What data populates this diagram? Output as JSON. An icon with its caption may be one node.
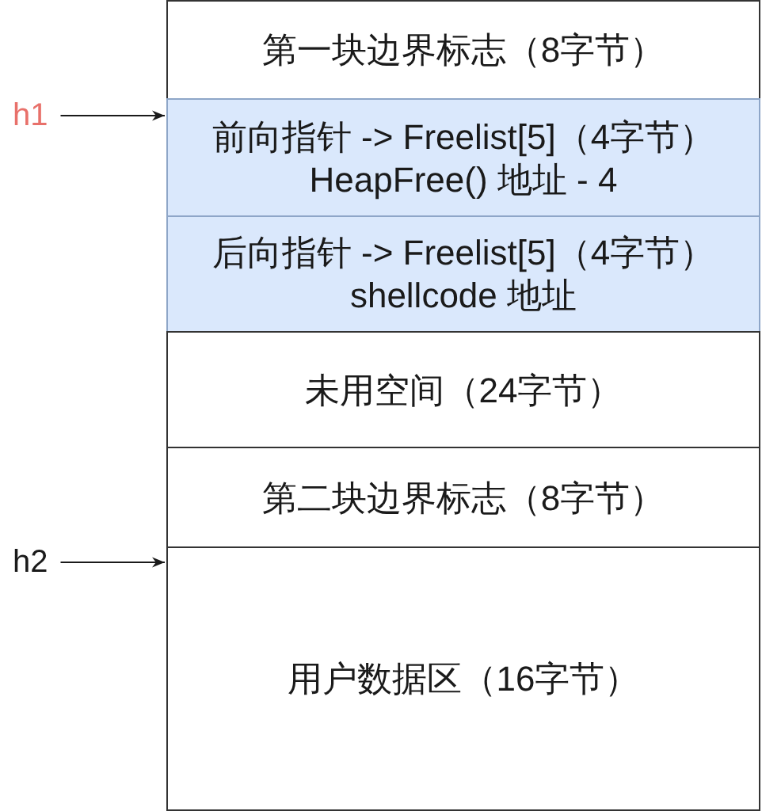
{
  "diagram": {
    "nodes": [
      {
        "text": [
          "第一块边界标志（8字节）"
        ]
      },
      {
        "text": [
          "h1"
        ]
      },
      {
        "text": [
          "前向指针 -> Freelist[5]（4字节）",
          "HeapFree() 地址 - 4"
        ]
      },
      {
        "text": [
          "后向指针 -> Freelist[5]（4字节）",
          "shellcode 地址"
        ]
      },
      {
        "text": [
          "未用空间（24字节）"
        ]
      },
      {
        "text": [
          "第二块边界标志（8字节）"
        ]
      },
      {
        "text": [
          "h2"
        ]
      },
      {
        "text": [
          "用户数据区（16字节）"
        ]
      }
    ],
    "edges": [
      {
        "from": 1,
        "to": 2,
        "arrow": "to"
      },
      {
        "from": 6,
        "to": 7,
        "arrow": "to"
      }
    ]
  }
}
